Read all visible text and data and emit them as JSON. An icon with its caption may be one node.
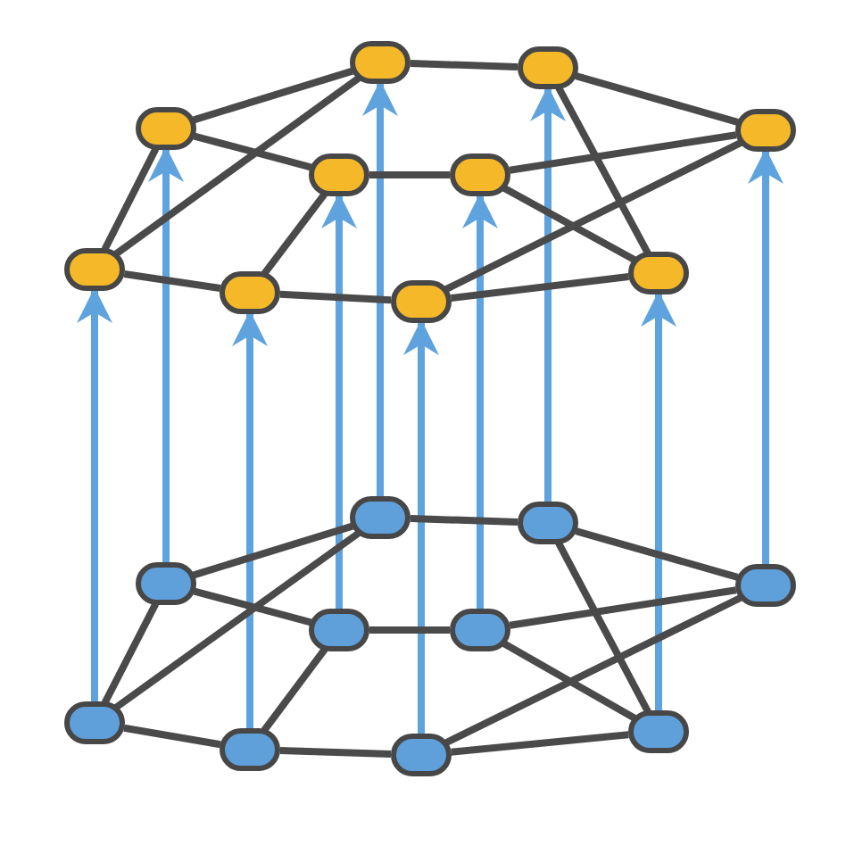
{
  "diagram": {
    "nodes": [
      {
        "text": [],
        "shape": "circle"
      },
      {
        "text": [],
        "shape": "circle"
      },
      {
        "text": [],
        "shape": "circle"
      },
      {
        "text": [],
        "shape": "circle"
      },
      {
        "text": [],
        "shape": "circle"
      },
      {
        "text": [],
        "shape": "circle"
      },
      {
        "text": [],
        "shape": "circle"
      },
      {
        "text": [],
        "shape": "circle"
      },
      {
        "text": [],
        "shape": "circle"
      },
      {
        "text": [],
        "shape": "circle"
      },
      {
        "text": [],
        "shape": "circle"
      },
      {
        "text": [],
        "shape": "circle"
      },
      {
        "text": [],
        "shape": "circle"
      },
      {
        "text": [],
        "shape": "circle"
      },
      {
        "text": [],
        "shape": "circle"
      },
      {
        "text": [],
        "shape": "circle"
      },
      {
        "text": [],
        "shape": "circle"
      },
      {
        "text": [],
        "shape": "circle"
      },
      {
        "text": [],
        "shape": "circle"
      },
      {
        "text": [],
        "shape": "circle"
      }
    ],
    "edges": [
      {
        "from": 0,
        "to": 1,
        "arrow": "none"
      },
      {
        "from": 0,
        "to": 2,
        "arrow": "none"
      },
      {
        "from": 0,
        "to": 6,
        "arrow": "none"
      },
      {
        "from": 1,
        "to": 3,
        "arrow": "none"
      },
      {
        "from": 1,
        "to": 7,
        "arrow": "none"
      },
      {
        "from": 2,
        "to": 6,
        "arrow": "none"
      },
      {
        "from": 2,
        "to": 4,
        "arrow": "none"
      },
      {
        "from": 4,
        "to": 5,
        "arrow": "none"
      },
      {
        "from": 4,
        "to": 8,
        "arrow": "none"
      },
      {
        "from": 5,
        "to": 3,
        "arrow": "none"
      },
      {
        "from": 5,
        "to": 7,
        "arrow": "none"
      },
      {
        "from": 6,
        "to": 8,
        "arrow": "none"
      },
      {
        "from": 8,
        "to": 9,
        "arrow": "none"
      },
      {
        "from": 9,
        "to": 7,
        "arrow": "none"
      },
      {
        "from": 9,
        "to": 3,
        "arrow": "none"
      },
      {
        "from": 10,
        "to": 11,
        "arrow": "none"
      },
      {
        "from": 10,
        "to": 12,
        "arrow": "none"
      },
      {
        "from": 10,
        "to": 16,
        "arrow": "none"
      },
      {
        "from": 11,
        "to": 13,
        "arrow": "none"
      },
      {
        "from": 11,
        "to": 17,
        "arrow": "none"
      },
      {
        "from": 12,
        "to": 16,
        "arrow": "none"
      },
      {
        "from": 12,
        "to": 14,
        "arrow": "none"
      },
      {
        "from": 14,
        "to": 15,
        "arrow": "none"
      },
      {
        "from": 14,
        "to": 18,
        "arrow": "none"
      },
      {
        "from": 15,
        "to": 13,
        "arrow": "none"
      },
      {
        "from": 15,
        "to": 17,
        "arrow": "none"
      },
      {
        "from": 16,
        "to": 18,
        "arrow": "none"
      },
      {
        "from": 18,
        "to": 19,
        "arrow": "none"
      },
      {
        "from": 19,
        "to": 17,
        "arrow": "none"
      },
      {
        "from": 19,
        "to": 13,
        "arrow": "none"
      },
      {
        "from": 10,
        "to": 0,
        "arrow": "to",
        "color": "#5ea3de"
      },
      {
        "from": 11,
        "to": 1,
        "arrow": "to",
        "color": "#5ea3de"
      },
      {
        "from": 12,
        "to": 2,
        "arrow": "to",
        "color": "#5ea3de"
      },
      {
        "from": 13,
        "to": 3,
        "arrow": "to",
        "color": "#5ea3de"
      },
      {
        "from": 14,
        "to": 4,
        "arrow": "to",
        "color": "#5ea3de"
      },
      {
        "from": 15,
        "to": 5,
        "arrow": "to",
        "color": "#5ea3de"
      },
      {
        "from": 16,
        "to": 6,
        "arrow": "to",
        "color": "#5ea3de"
      },
      {
        "from": 17,
        "to": 7,
        "arrow": "to",
        "color": "#5ea3de"
      },
      {
        "from": 18,
        "to": 8,
        "arrow": "to",
        "color": "#5ea3de"
      },
      {
        "from": 19,
        "to": 9,
        "arrow": "to",
        "color": "#5ea3de"
      }
    ]
  }
}
